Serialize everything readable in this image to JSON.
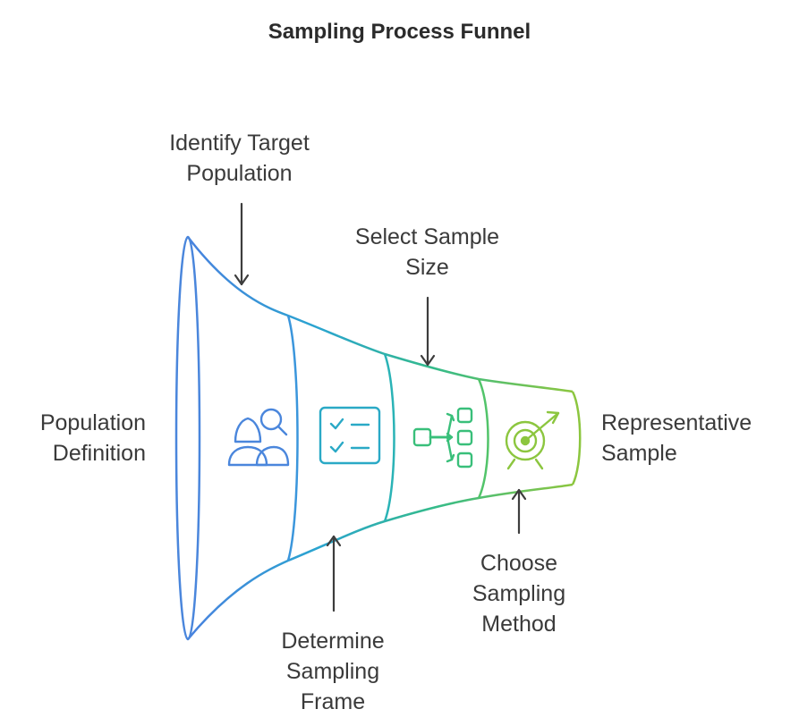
{
  "title": "Sampling Process Funnel",
  "labels": {
    "left": [
      "Population",
      "Definition"
    ],
    "right": [
      "Representative",
      "Sample"
    ],
    "identify": [
      "Identify Target",
      "Population"
    ],
    "select": [
      "Select Sample",
      "Size"
    ],
    "determine": [
      "Determine",
      "Sampling",
      "Frame"
    ],
    "choose": [
      "Choose",
      "Sampling",
      "Method"
    ]
  },
  "icons": [
    "people-icon",
    "checklist-icon",
    "flow-boxes-icon",
    "target-icon"
  ],
  "colors": {
    "blue": "#4a86dc",
    "teal": "#2aa9c6",
    "green": "#39bf7a",
    "lime": "#8cc63f"
  }
}
